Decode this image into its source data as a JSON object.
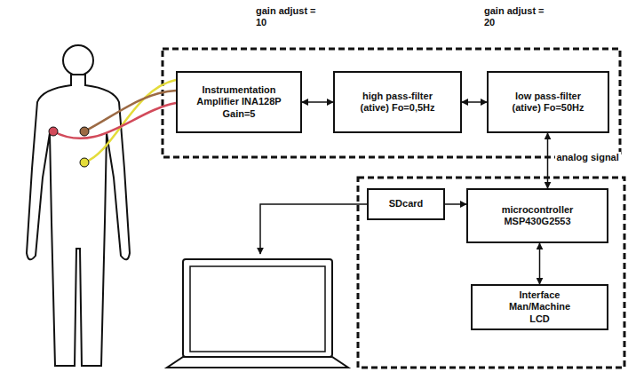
{
  "diagram": {
    "nodes": [
      {
        "text": [
          "Instrumentation Amplifier INA128P Gain=5"
        ]
      },
      {
        "text": [
          "high pass-filter (ative) Fo=0,5Hz"
        ]
      },
      {
        "text": [
          "low pass-filter (ative) Fo=50Hz"
        ]
      },
      {
        "text": [
          "SDcard"
        ]
      },
      {
        "text": [
          "microcontroller MSP430G2553"
        ]
      },
      {
        "text": [
          "Interface Man/Machine LCD"
        ]
      }
    ],
    "edges": [
      {
        "from": 0,
        "to": 1,
        "arrow": "both"
      },
      {
        "from": 1,
        "to": 2,
        "arrow": "both"
      },
      {
        "from": 2,
        "to": 4,
        "label": "analog signal",
        "arrow": "both"
      },
      {
        "from": 3,
        "to": 4,
        "arrow": "to"
      },
      {
        "from": 4,
        "to": 5,
        "arrow": "both"
      }
    ],
    "labels": [
      "gain adjust = 10",
      "gain adjust = 20"
    ]
  }
}
